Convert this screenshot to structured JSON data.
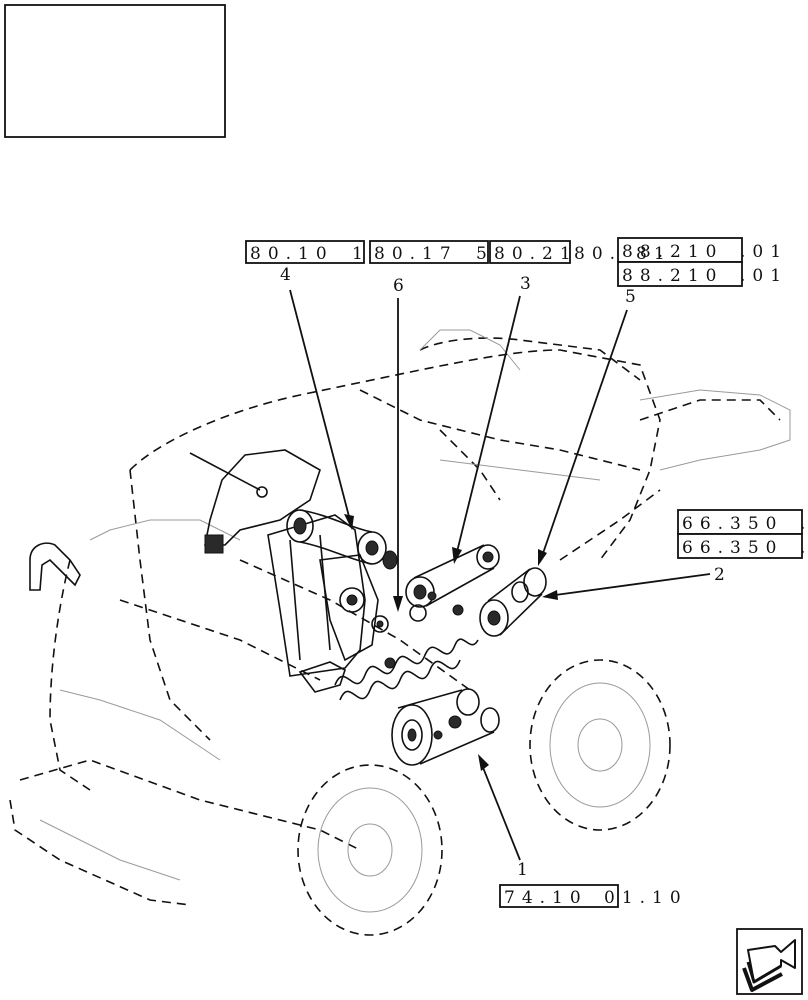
{
  "title_block": {
    "text": ""
  },
  "references": {
    "r4": {
      "boxed": "80.10",
      "trail": "1"
    },
    "r6": {
      "boxed": "80.17",
      "trail": "5"
    },
    "r3": {
      "boxed": "80.21",
      "trail": "80."
    },
    "r5a": {
      "boxed": "88.210",
      "trail": ".01",
      "overlap": "81"
    },
    "r5b": {
      "boxed": "88.210",
      "trail": ".01"
    },
    "r2a": {
      "boxed": "66.350",
      "trail": "."
    },
    "r2b": {
      "boxed": "66.350",
      "trail": "."
    },
    "r1": {
      "boxed": "74.10",
      "trail": "01.10"
    }
  },
  "callouts": {
    "c4": "4",
    "c6": "6",
    "c3": "3",
    "c5": "5",
    "c2": "2",
    "c1": "1"
  },
  "icons": {
    "nav": "next-page-arrow-icon"
  }
}
